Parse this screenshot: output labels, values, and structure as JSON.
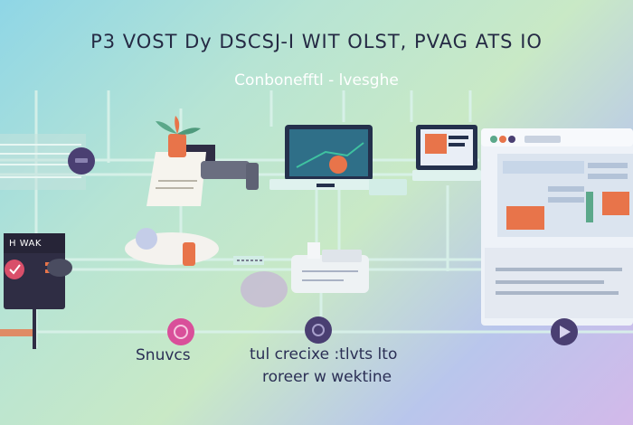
{
  "title": "P3 VOST Dy DSCSJ-I WIT OLST, PVAG ATS IO",
  "subtitle": "Conbonefftl - lvesghe",
  "panel": {
    "label": "H WAK"
  },
  "captions": {
    "left": "Snuvcs",
    "middle_line1": "tul crecixe :tlvts lto",
    "middle_line2": "roreer w wektine"
  },
  "colors": {
    "node_dark": "#4a3f72",
    "node_pink": "#d94f9a",
    "screen_dark": "#24304c",
    "accent_orange": "#e8744a",
    "panel_dark": "#2f2d44"
  },
  "icons": [
    "plant-icon",
    "play-icon",
    "checkmark-icon"
  ]
}
